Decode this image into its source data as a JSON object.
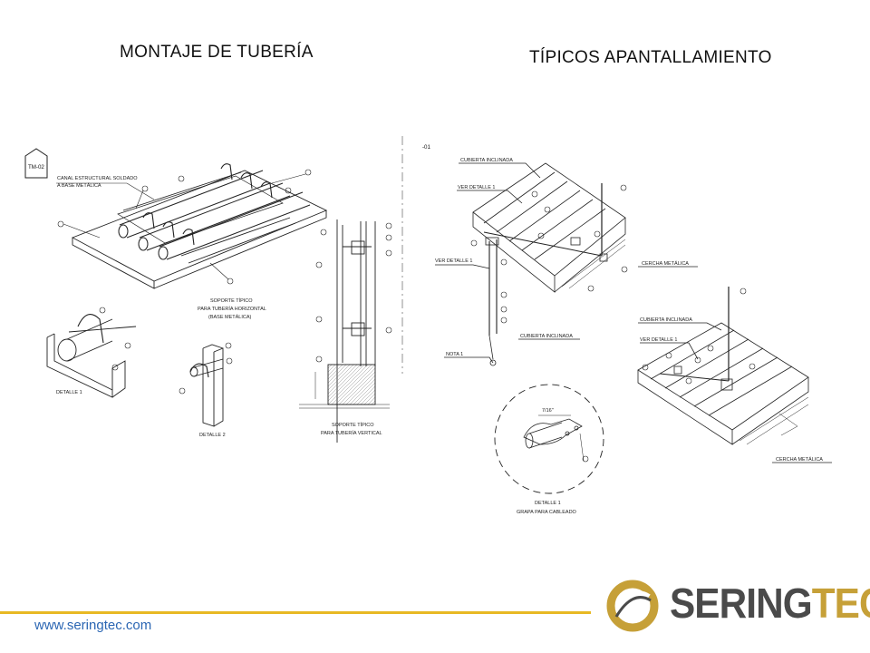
{
  "slide": {
    "title_left": "MONTAJE DE TUBERÍA",
    "title_right": "TÍPICOS APANTALLAMIENTO",
    "footer_url": "www.seringtec.com",
    "logo_part1": "SERING",
    "logo_part2": "TEC",
    "accent_color": "#e8b923",
    "logo_gold": "#c6a038"
  },
  "drawing_left": {
    "tag": "TM-02",
    "canal_label_1": "CANAL ESTRUCTURAL SOLDADO",
    "canal_label_2": "A BASE METÁLICA",
    "soporte_h_1": "SOPORTE TÍPICO",
    "soporte_h_2": "PARA TUBERÍA HORIZONTAL",
    "soporte_h_3": "(BASE METÁLICA)",
    "detalle1": "DETALLE 1",
    "detalle2": "DETALLE 2",
    "soporte_v_1": "SOPORTE TÍPICO",
    "soporte_v_2": "PARA TUBERÍA VERTICAL"
  },
  "drawing_right": {
    "tag": "-01",
    "cubierta_1": "CUBIERTA INCLINADA",
    "ver_detalle_a": "VER DETALLE 1",
    "ver_detalle_b": "VER DETALLE 1",
    "cercha_1": "CERCHA METÁLICA",
    "cubierta_2": "CUBIERTA INCLINADA",
    "nota": "NOTA 1",
    "detalle_frac": "7/16\"",
    "detalle_1": "DETALLE 1",
    "grapa": "GRAPA PARA CABLEADO",
    "cubierta_3": "CUBIERTA INCLINADA",
    "ver_detalle_c": "VER DETALLE 1",
    "cercha_2": "CERCHA METÁLICA"
  }
}
